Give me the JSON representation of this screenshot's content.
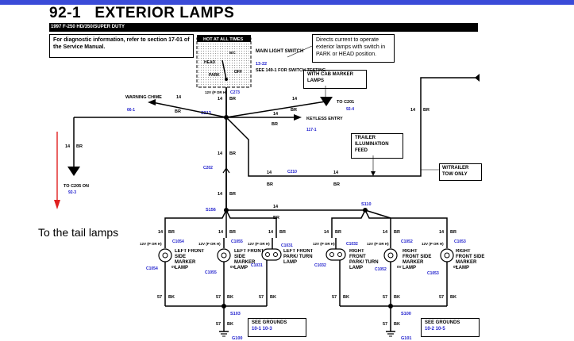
{
  "header": {
    "title": "92-1   EXTERIOR LAMPS",
    "model": "1997 F-250 HD/350/SUPER DUTY",
    "bar_color": "#3a4bd8"
  },
  "notes": {
    "diagnostic": "For diagnostic information, refer to section 17-01 of the Service Manual.",
    "directs": "Directs current to operate exterior lamps with switch in PARK or HEAD position.",
    "hot_at_all_times": "HOT AT ALL TIMES",
    "cab_marker": "WITH CAB MARKER LAMPS",
    "trailer_feed": "TRAILER ILLUMINATION FEED",
    "trailer_tow": "W/TRAILER TOW ONLY",
    "see_grounds_left": "SEE GROUNDS",
    "see_grounds_left_refs": "10-1   10-3",
    "see_grounds_right": "SEE GROUNDS",
    "see_grounds_right_refs": "10-2   10-5"
  },
  "switch": {
    "name": "MAIN LIGHT SWITCH",
    "ref": "13-22",
    "see": "SEE 149-1 FOR SWITCH TESTING",
    "positions": [
      "HEAD",
      "PARK",
      "OFF",
      "B/C"
    ],
    "pin": "12V (P OR H)",
    "connector": "C273"
  },
  "wires": {
    "gauge_14": "14",
    "gauge_57": "57",
    "color_br": "BR",
    "color_bk": "BK"
  },
  "destinations": {
    "warning_chime": "WARNING CHIME",
    "warning_chime_ref": "66-1",
    "c201": "TO C201",
    "c201_ref": "92-4",
    "keyless": "KEYLESS ENTRY",
    "keyless_ref": "117-1",
    "c205": "TO C205 ON",
    "c205_ref": "92-3"
  },
  "splices": {
    "s213": "S213",
    "c202": "C202",
    "c210": "C210",
    "s156": "S156",
    "s110": "S110",
    "s103": "S103",
    "s100": "S100",
    "g100": "G100",
    "g101": "G101"
  },
  "lamps": [
    {
      "connector_top": "C1054",
      "connector_bottom": "C1054",
      "name": "LEFT FRONT SIDE MARKER LAMP",
      "pin": "12V (P OR H)"
    },
    {
      "connector_top": "C1055",
      "connector_bottom": "C1055",
      "name": "LEFT FRONT SIDE MARKER LAMP",
      "pin": "12V (P OR H)"
    },
    {
      "connector_top": "C1031",
      "connector_bottom": "C1031",
      "name": "LEFT FRONT PARK/ TURN LAMP",
      "pin": "12V (P OR H)"
    },
    {
      "connector_top": "C1032",
      "connector_bottom": "C1032",
      "name": "RIGHT FRONT PARK/ TURN LAMP",
      "pin": "12V (P OR H)"
    },
    {
      "connector_top": "C1052",
      "connector_bottom": "C1052",
      "name": "RIGHT FRONT SIDE MARKER LAMP",
      "pin": "12V (P OR H)"
    },
    {
      "connector_top": "C1053",
      "connector_bottom": "C1053",
      "name": "RIGHT FRONT SIDE MARKER LAMP",
      "pin": "12V (P OR H)"
    }
  ],
  "annotation": {
    "text": "To the tail lamps",
    "arrow_color": "#e02020"
  },
  "zero_volt": "0V"
}
